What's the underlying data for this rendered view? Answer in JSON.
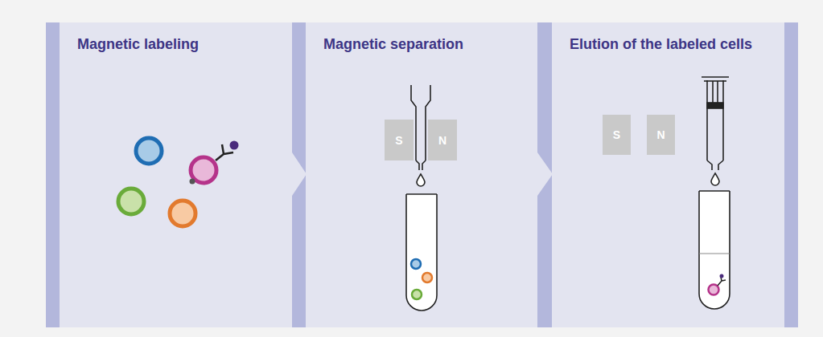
{
  "diagram": {
    "nodes": [
      {
        "text": [
          "Magnetic labeling"
        ]
      },
      {
        "text": [
          "Magnetic separation"
        ]
      },
      {
        "text": [
          "S"
        ],
        "in": 1
      },
      {
        "text": [
          "N"
        ],
        "in": 1
      },
      {
        "text": [
          "Elution of the labeled cells"
        ]
      },
      {
        "text": [
          "S"
        ],
        "in": 4
      },
      {
        "text": [
          "N"
        ],
        "in": 4
      }
    ]
  }
}
